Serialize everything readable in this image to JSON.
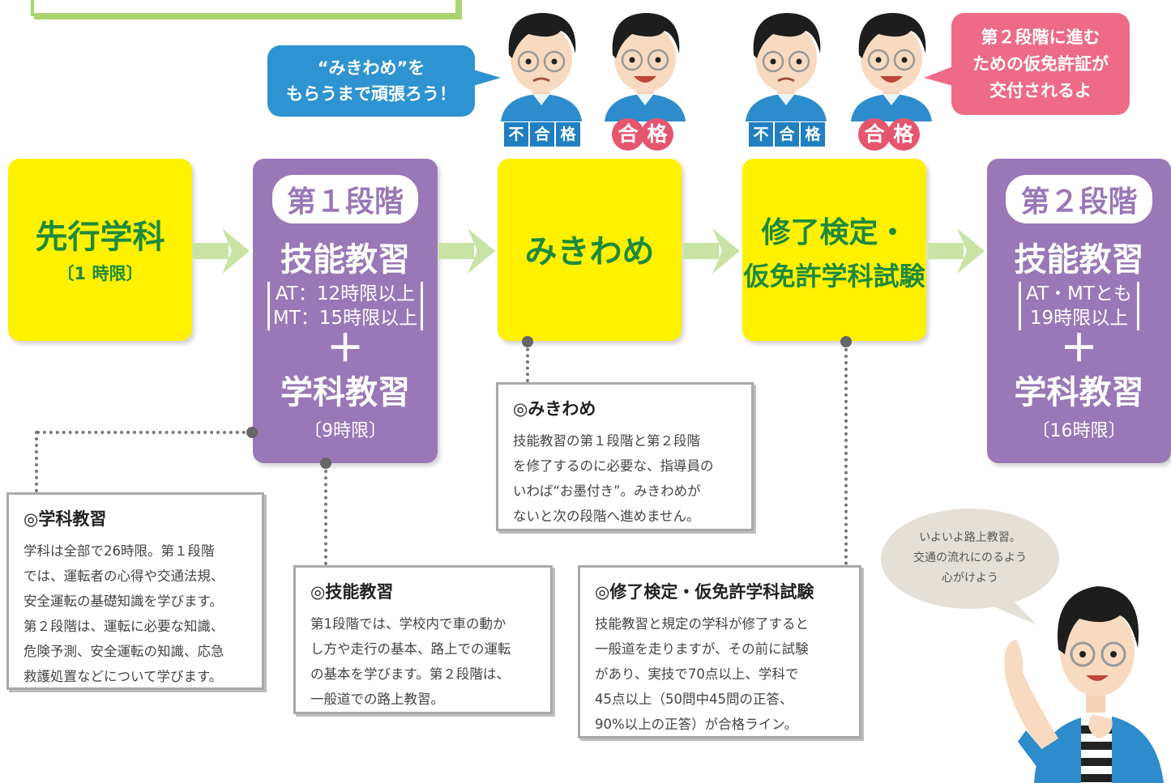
{
  "flow": {
    "step1": {
      "title": "先行学科",
      "sub": "〔1 時限〕"
    },
    "step2": {
      "stage": "第１段階",
      "line1": "技能教習",
      "bracket1": "AT：12時限以上",
      "bracket2": "MT：15時限以上",
      "plus": "＋",
      "line2": "学科教習",
      "sub": "〔9時限〕"
    },
    "step3": {
      "title": "みきわめ"
    },
    "step4": {
      "line1": "修了検定・",
      "line2": "仮免許学科試験"
    },
    "step5": {
      "stage": "第２段階",
      "line1": "技能教習",
      "bracket1": "AT・MTとも",
      "bracket2": "19時限以上",
      "plus": "＋",
      "line2": "学科教習",
      "sub": "〔16時限〕"
    }
  },
  "bubbles": {
    "blue": {
      "line1": "“みきわめ”を",
      "line2": "もらうまで頑張ろう！"
    },
    "pink": {
      "line1": "第２段階に進む",
      "line2": "ための仮免許証が",
      "line3": "交付されるよ"
    },
    "gray": {
      "line1": "いよいよ路上教習。",
      "line2": "交通の流れにのるよう",
      "line3": "心がけよう"
    }
  },
  "labels": {
    "fail": [
      "不",
      "合",
      "格"
    ],
    "pass": [
      "合",
      "格"
    ]
  },
  "panels": {
    "gakka": {
      "title": "◎学科教習",
      "lines": [
        "学科は全部で26時限。第１段階",
        "では、運転者の心得や交通法規、",
        "安全運転の基礎知識を学びます。",
        "第２段階は、運転に必要な知識、",
        "危険予測、安全運転の知識、応急",
        "救護処置などについて学びます。"
      ]
    },
    "gino": {
      "title": "◎技能教習",
      "lines": [
        "第1段階では、学校内で車の動か",
        "し方や走行の基本、路上での運転",
        "の基本を学びます。第２段階は、",
        "一般道での路上教習。"
      ]
    },
    "mikiwame": {
      "title": "◎みきわめ",
      "lines": [
        "技能教習の第１段階と第２段階",
        "を修了するのに必要な、指導員の",
        "いわば“お墨付き”。みきわめが",
        "ないと次の段階へ進めません。"
      ]
    },
    "shuryo": {
      "title": "◎修了検定・仮免許学科試験",
      "lines": [
        "技能教習と規定の学科が修了すると",
        "一般道を走りますが、その前に試験",
        "があり、実技で70点以上、学科で",
        "45点以上（50問中45問の正答、",
        "90%以上の正答）が合格ライン。"
      ]
    }
  },
  "colors": {
    "yellow": "#fff100",
    "green_text": "#1e8a3e",
    "purple": "#9a77b6",
    "arrow": "#c8e3a3",
    "blue_bubble": "#2d93d1",
    "pink_bubble": "#ee6a86",
    "fail_blue": "#1f7fc1",
    "pass_pink": "#e5556e"
  }
}
